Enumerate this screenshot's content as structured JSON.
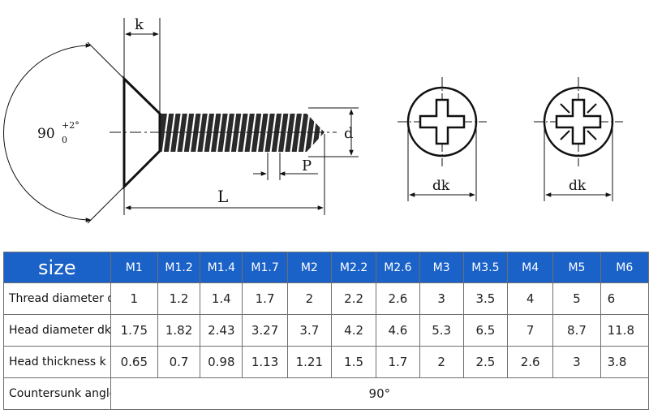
{
  "drawing": {
    "dim_k": "k",
    "dim_d": "d",
    "dim_p": "P",
    "dim_l": "L",
    "angle_base": "90",
    "angle_upper": "+2°",
    "angle_lower": "0",
    "dim_dk_left": "dk",
    "dim_dk_right": "dk"
  },
  "table": {
    "size_label": "size",
    "sizes": [
      "M1",
      "M1.2",
      "M1.4",
      "M1.7",
      "M2",
      "M2.2",
      "M2.6",
      "M3",
      "M3.5",
      "M4",
      "M5",
      "M6"
    ],
    "rows": [
      {
        "label": "Thread diameter d",
        "values": [
          "1",
          "1.2",
          "1.4",
          "1.7",
          "2",
          "2.2",
          "2.6",
          "3",
          "3.5",
          "4",
          "5",
          "6"
        ]
      },
      {
        "label": "Head diameter dk",
        "values": [
          "1.75",
          "1.82",
          "2.43",
          "3.27",
          "3.7",
          "4.2",
          "4.6",
          "5.3",
          "6.5",
          "7",
          "8.7",
          "11.8"
        ]
      },
      {
        "label": "Head thickness k",
        "values": [
          "0.65",
          "0.7",
          "0.98",
          "1.13",
          "1.21",
          "1.5",
          "1.7",
          "2",
          "2.5",
          "2.6",
          "3",
          "3.8"
        ]
      }
    ],
    "angle_label": "Countersunk angle",
    "angle_value": "90°"
  }
}
